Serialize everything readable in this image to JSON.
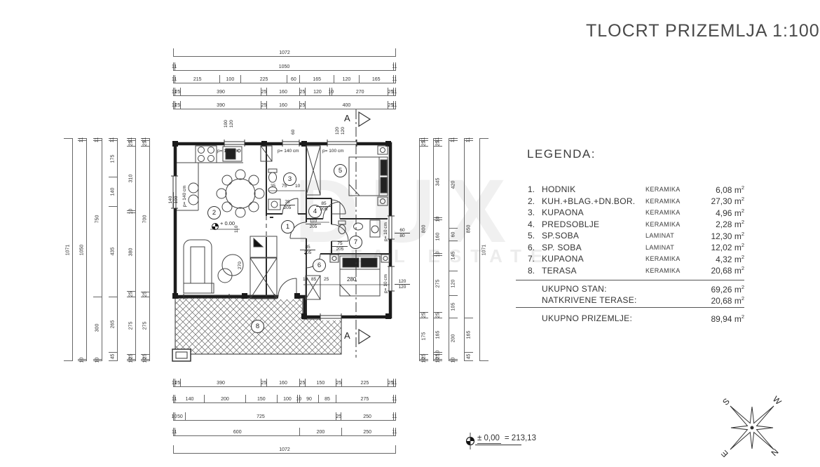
{
  "title": "TLOCRT PRIZEMLJA 1:100",
  "watermark": {
    "line1": "DUX",
    "line2": "REAL ESTATE"
  },
  "legend": {
    "heading": "LEGENDA:",
    "unit": "m",
    "sup2": "2",
    "items": [
      {
        "num": "1.",
        "name": "HODNIK",
        "material": "KERAMIKA",
        "area": "6,08"
      },
      {
        "num": "2.",
        "name": "KUH.+BLAG.+DN.BOR.",
        "material": "KERAMIKA",
        "area": "27,30"
      },
      {
        "num": "3.",
        "name": "KUPAONA",
        "material": "KERAMIKA",
        "area": "4,96"
      },
      {
        "num": "4.",
        "name": "PREDSOBLJE",
        "material": "KERAMIKA",
        "area": "2,28"
      },
      {
        "num": "5.",
        "name": "SP.SOBA",
        "material": "LAMINAT",
        "area": "12,30"
      },
      {
        "num": "6.",
        "name": "SP. SOBA",
        "material": "LAMINAT",
        "area": "12,02"
      },
      {
        "num": "7.",
        "name": "KUPAONA",
        "material": "KERAMIKA",
        "area": "4,32"
      },
      {
        "num": "8.",
        "name": "TERASA",
        "material": "KERAMIKA",
        "area": "20,68"
      }
    ],
    "totals": [
      {
        "label": "UKUPNO STAN:",
        "area": "69,26"
      },
      {
        "label": "NATKRIVENE TERASE:",
        "area": "20,68"
      }
    ],
    "grand": {
      "label": "UKUPNO PRIZEMLJE:",
      "area": "89,94"
    }
  },
  "level_note": {
    "lhs": "± 0,00",
    "rhs": "= 213,13"
  },
  "plan": {
    "rooms": [
      "1",
      "2",
      "3",
      "4",
      "5",
      "6",
      "7",
      "8"
    ],
    "section": "A",
    "labels": {
      "p100": "p= 100 cm",
      "p140": "p= 140 cm",
      "p10": "p= 10 cm",
      "lvl": "+ 0.00",
      "d280": "280",
      "d270": "270",
      "d110": "110",
      "d85": "85",
      "d75": "75",
      "d205": "205",
      "d10": "10",
      "d25": "25",
      "d35": "35",
      "w100": "100",
      "w120": "120",
      "w60": "60",
      "w80": "80",
      "f140": "140",
      "f100": "100"
    }
  },
  "compass": {
    "n": "N",
    "e": "E",
    "s": "S",
    "w": "W"
  },
  "dt": [
    [
      "1072"
    ],
    [
      "11",
      "1050",
      "11"
    ],
    [
      "11",
      "215",
      "100",
      "225",
      "60",
      "165",
      "120",
      "165",
      "11"
    ],
    [
      "11",
      "25",
      "390",
      "25",
      "160",
      "25",
      "120",
      "10",
      "270",
      "25",
      "11"
    ],
    [
      "11",
      "25",
      "390",
      "25",
      "160",
      "25",
      "400",
      "25",
      "11"
    ]
  ],
  "db": [
    [
      "11",
      "25",
      "390",
      "25",
      "160",
      "25",
      "150",
      "25",
      "225",
      "25",
      "11"
    ],
    [
      "11",
      "140",
      "200",
      "150",
      "100",
      "10",
      "90",
      "85",
      "275",
      "11"
    ],
    [
      "10",
      "50",
      "725",
      "25",
      "250",
      "11"
    ],
    [
      "11",
      "600",
      "200",
      "250",
      "11"
    ],
    [
      "1072"
    ]
  ],
  "dl": [
    [
      "1071"
    ],
    [
      "11",
      "1050",
      "10"
    ],
    [
      "11",
      "750",
      "300",
      "10"
    ],
    [
      "11",
      "175",
      "140",
      "435",
      "265",
      "45"
    ],
    [
      "11",
      "25",
      "310",
      "10",
      "380",
      "25",
      "275",
      "25",
      "10"
    ],
    [
      "11",
      "25",
      "700",
      "25",
      "275",
      "25",
      "10"
    ]
  ],
  "dr": [
    [
      "11",
      "25",
      "800",
      "25",
      "175",
      "25",
      "10"
    ],
    [
      "11",
      "25",
      "345",
      "10",
      "160",
      "10",
      "275",
      "25",
      "165",
      "10",
      "25",
      "10"
    ],
    [
      "11",
      "420",
      "60",
      "145",
      "120",
      "105",
      "200",
      "10"
    ],
    [
      "11",
      "850",
      "165",
      "45"
    ],
    [
      "1071"
    ]
  ]
}
